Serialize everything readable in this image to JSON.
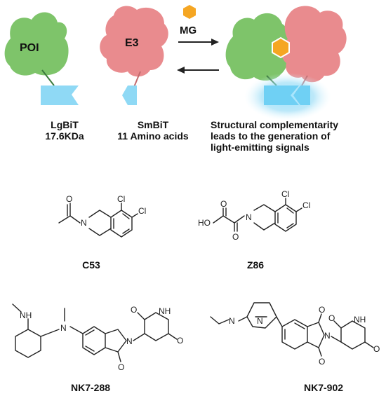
{
  "diagram": {
    "proteins": {
      "poi": "POI",
      "e3": "E3",
      "mg": "MG"
    },
    "tags": {
      "lgbit_name": "LgBiT",
      "lgbit_size": "17.6KDa",
      "smbit_name": "SmBiT",
      "smbit_size": "11 Amino acids"
    },
    "description": [
      "Structural complementarity",
      "leads to the generation of",
      "light-emitting signals"
    ]
  },
  "molecules": {
    "c53": {
      "name": "C53",
      "atoms": {
        "o": "O",
        "n": "N",
        "cl1": "Cl",
        "cl2": "Cl"
      }
    },
    "z86": {
      "name": "Z86",
      "atoms": {
        "ho": "HO",
        "o1": "O",
        "o2": "O",
        "n": "N",
        "cl1": "Cl",
        "cl2": "Cl"
      }
    },
    "nk7_288": {
      "name": "NK7-288",
      "atoms": {
        "nh": "NH",
        "n1": "N",
        "n2": "N",
        "o1": "O",
        "o2": "O",
        "o3": "O",
        "nh2": "NH"
      }
    },
    "nk7_902": {
      "name": "NK7-902",
      "atoms": {
        "nh": "N",
        "n_bridge": "N",
        "n_imide": "N",
        "o1": "O",
        "o2": "O",
        "o3": "O",
        "o4": "O",
        "nh2": "NH"
      }
    }
  },
  "colors": {
    "poi_green": "#7ec46a",
    "e3_pink": "#e98b8e",
    "mg_orange": "#f5a623",
    "bit_blue": "#8fd9f5",
    "glow_blue": "#bfeeff",
    "arrow": "#222222"
  }
}
